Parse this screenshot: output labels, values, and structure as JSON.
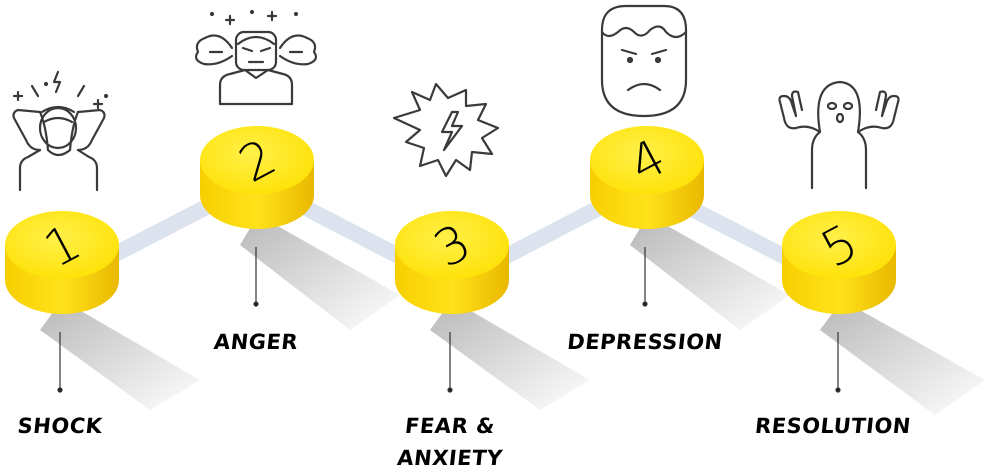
{
  "stages": [
    {
      "number": "1",
      "label": "SHOCK",
      "icon": "shocked-person-icon"
    },
    {
      "number": "2",
      "label": "ANGER",
      "icon": "angry-person-icon"
    },
    {
      "number": "3",
      "label": "FEAR &",
      "label2": "ANXIETY",
      "icon": "lightning-burst-icon"
    },
    {
      "number": "4",
      "label": "DEPRESSION",
      "icon": "sad-face-icon"
    },
    {
      "number": "5",
      "label": "RESOLUTION",
      "icon": "ghost-hands-up-icon"
    }
  ],
  "colors": {
    "disc_top": "#FFE81A",
    "disc_side": "#F2C200",
    "connector": "#DDE3EE",
    "icon_stroke": "#3a3a3a",
    "text": "#000000"
  }
}
